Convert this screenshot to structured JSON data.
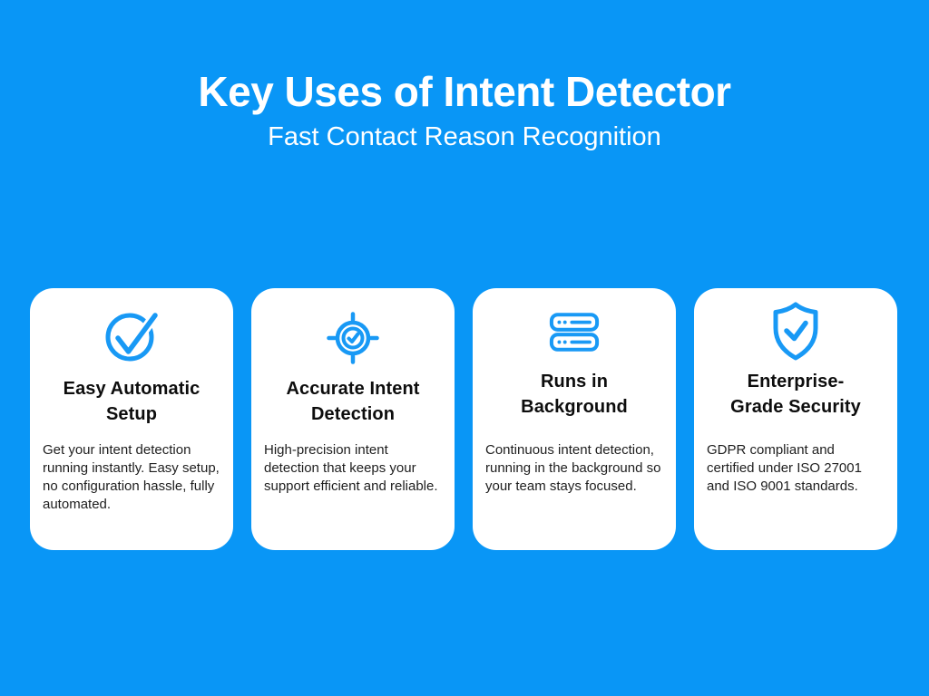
{
  "theme": {
    "background": "#0996F6",
    "accent": "#1899F5",
    "card_background": "#FFFFFF",
    "title_color": "#FFFFFF",
    "heading_color": "#0D0D0D",
    "body_color": "#1E1E1E"
  },
  "header": {
    "title": "Key Uses of Intent Detector",
    "subtitle": "Fast Contact Reason Recognition"
  },
  "cards": [
    {
      "icon": "check-circle-icon",
      "heading_line1": "Easy Automatic",
      "heading_line2": "Setup",
      "body": "Get your intent detection running instantly. Easy setup, no configuration hassle, fully automated."
    },
    {
      "icon": "target-check-icon",
      "heading_line1": "Accurate Intent",
      "heading_line2": "Detection",
      "body": "High-precision intent detection that keeps your support efficient and reliable."
    },
    {
      "icon": "server-stack-icon",
      "heading_line1": "Runs in",
      "heading_line2": "Background",
      "body": "Continuous intent detection, running in the background so your team stays focused."
    },
    {
      "icon": "shield-check-icon",
      "heading_line1": "Enterprise-",
      "heading_line2": "Grade Security",
      "body": "GDPR compliant and certified under ISO 27001 and ISO 9001 standards."
    }
  ]
}
